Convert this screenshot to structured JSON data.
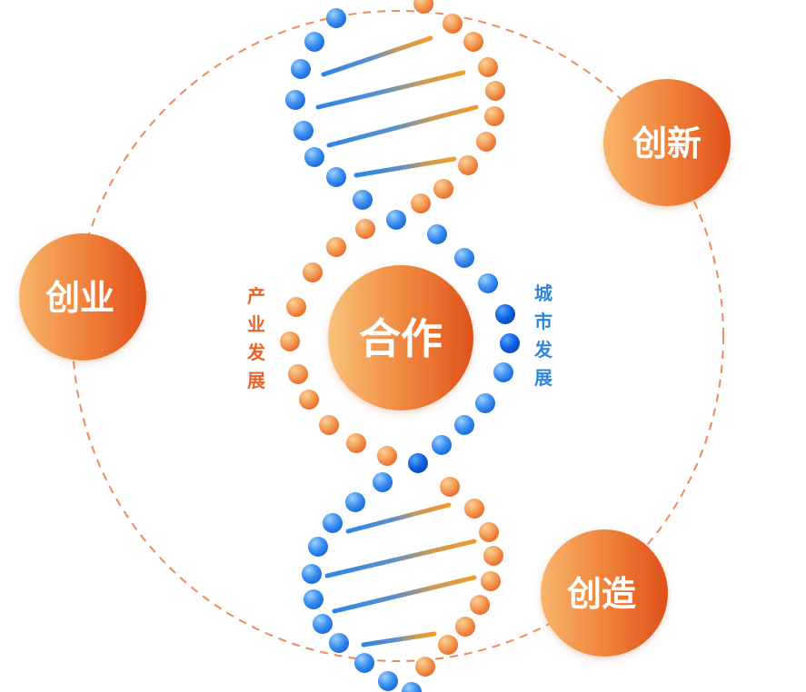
{
  "center": {
    "label": "合作"
  },
  "nodes": [
    {
      "id": "innovation",
      "label": "创新"
    },
    {
      "id": "entrepreneurship",
      "label": "创业"
    },
    {
      "id": "creation",
      "label": "创造"
    }
  ],
  "left_caption": {
    "chars": [
      "产",
      "业",
      "发",
      "展"
    ]
  },
  "right_caption": {
    "chars": [
      "城",
      "市",
      "发",
      "展"
    ]
  },
  "colors": {
    "orange": "#ef7a35",
    "orange_light": "#f6b36a",
    "orange_dark": "#e3541e",
    "blue": "#2f7fe3",
    "blue_dark": "#0a56d6",
    "dashed_ring": "#ef8a5a",
    "left_caption": "#e8632a",
    "right_caption": "#2f86db"
  }
}
